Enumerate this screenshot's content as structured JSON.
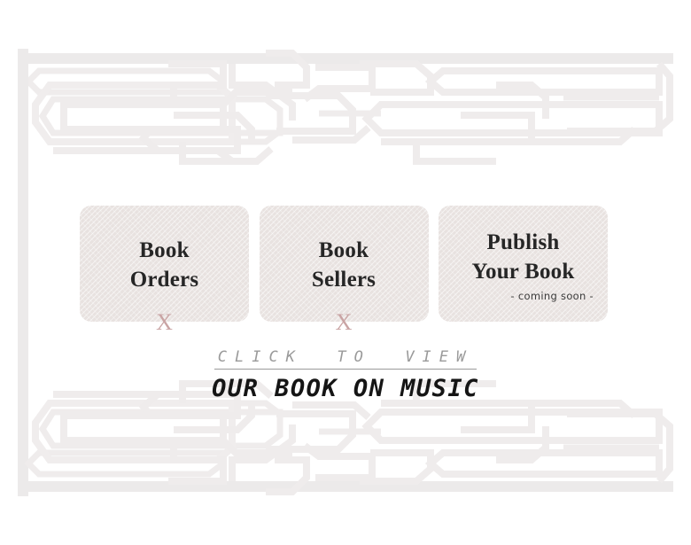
{
  "page": {
    "background_color": "#ffffff",
    "watermark_color": "#efecec",
    "watermark_name": "circuit-maze-border-watermark"
  },
  "cards": [
    {
      "id": "book-orders",
      "title": "Book\nOrders",
      "note": "",
      "marker": "X",
      "marker_color": "#c7a0a0",
      "background_color": "#e8e2e0",
      "text_color": "#262626"
    },
    {
      "id": "book-sellers",
      "title": "Book\nSellers",
      "note": "",
      "marker": "X",
      "marker_color": "#c7a0a0",
      "background_color": "#e8e2e0",
      "text_color": "#262626"
    },
    {
      "id": "publish-your-book",
      "title": "Publish\nYour Book",
      "note": "- coming soon -",
      "marker": "",
      "marker_color": "#c7a0a0",
      "background_color": "#e8e2e0",
      "text_color": "#262626"
    }
  ],
  "cta": {
    "eyebrow": "CLICK  TO  VIEW",
    "headline": "OUR BOOK ON MUSIC",
    "eyebrow_color": "#9a9a9a",
    "headline_color": "#151515"
  }
}
